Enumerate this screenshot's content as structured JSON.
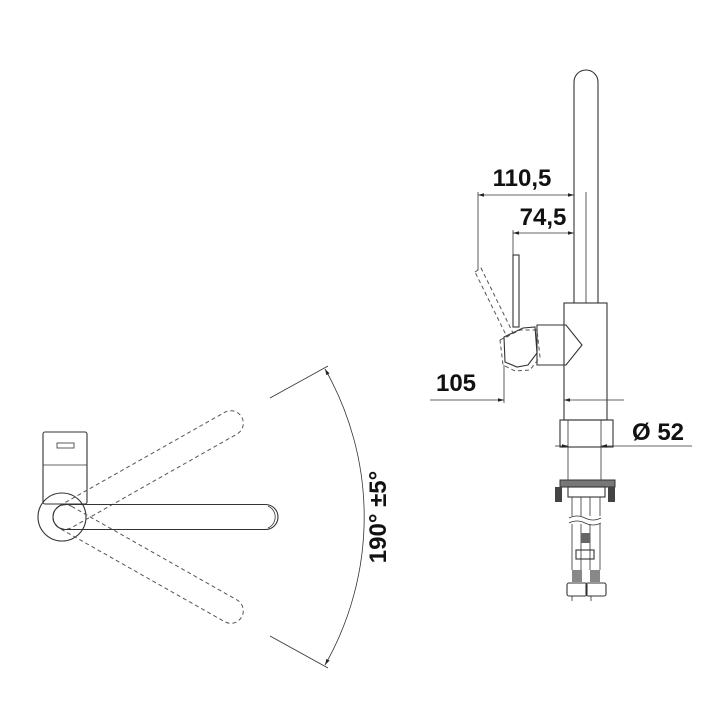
{
  "title": "Faucet dimension drawing",
  "dimensions": {
    "lever_reach": "110,5",
    "lever_upright": "74,5",
    "spout_height_ref": "105",
    "base_diameter": "Ø 52",
    "swivel_range": "190° ±5°"
  },
  "colors": {
    "line": "#333333",
    "text": "#111111",
    "background": "#ffffff"
  }
}
